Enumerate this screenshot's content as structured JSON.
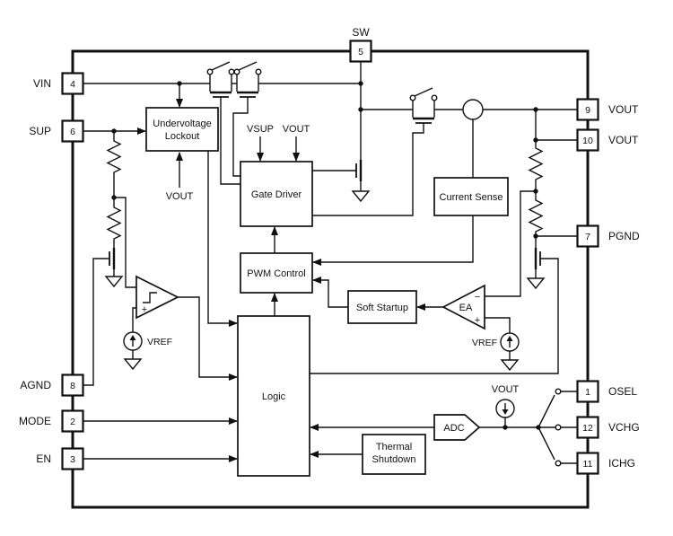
{
  "pins": {
    "sw": {
      "num": "5",
      "label": "SW"
    },
    "vin": {
      "num": "4",
      "label": "VIN"
    },
    "sup": {
      "num": "6",
      "label": "SUP"
    },
    "agnd": {
      "num": "8",
      "label": "AGND"
    },
    "mode": {
      "num": "2",
      "label": "MODE"
    },
    "en": {
      "num": "3",
      "label": "EN"
    },
    "vout9": {
      "num": "9",
      "label": "VOUT"
    },
    "vout10": {
      "num": "10",
      "label": "VOUT"
    },
    "pgnd": {
      "num": "7",
      "label": "PGND"
    },
    "osel": {
      "num": "1",
      "label": "OSEL"
    },
    "vchg": {
      "num": "12",
      "label": "VCHG"
    },
    "ichg": {
      "num": "11",
      "label": "ICHG"
    }
  },
  "blocks": {
    "uvlo_line1": "Undervoltage",
    "uvlo_line2": "Lockout",
    "gate_driver": "Gate Driver",
    "current_sense": "Current Sense",
    "pwm_control": "PWM Control",
    "soft_startup": "Soft Startup",
    "logic": "Logic",
    "thermal_line1": "Thermal",
    "thermal_line2": "Shutdown",
    "adc": "ADC",
    "ea": "EA"
  },
  "labels": {
    "vsup": "VSUP",
    "vout_gate_driver": "VOUT",
    "vout_uvlo": "VOUT",
    "vref_left": "VREF",
    "vref_right": "VREF",
    "vout_source": "VOUT",
    "comp_plus": "+",
    "ea_minus": "−",
    "ea_plus": "+"
  },
  "colors": {
    "line": "#111111",
    "background": "#ffffff"
  }
}
